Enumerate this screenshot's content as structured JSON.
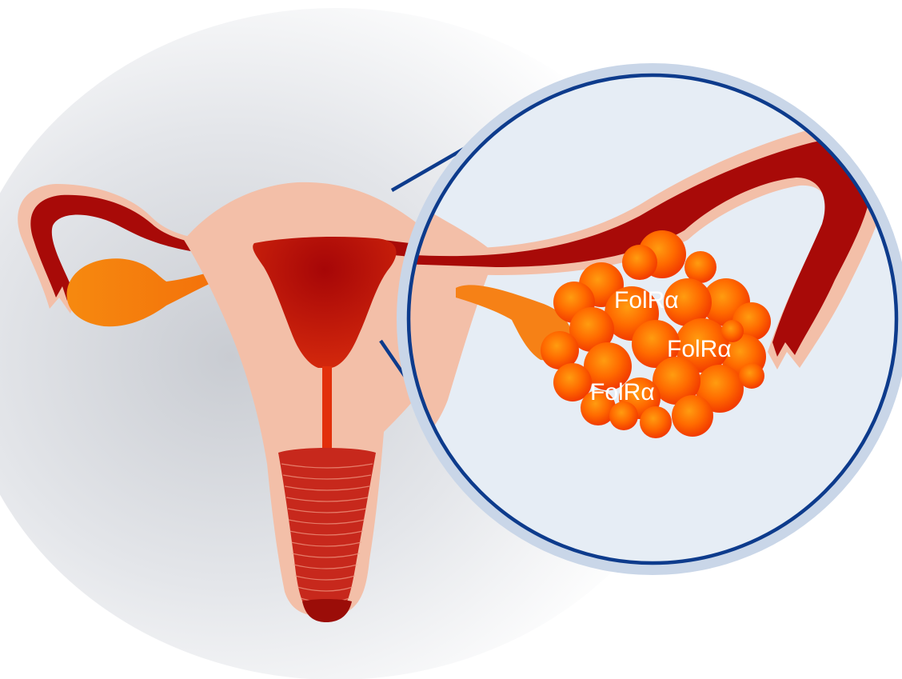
{
  "figure": {
    "subject": "uterus-with-ovarian-tumor-magnified",
    "labels": [
      "FolRα",
      "FolRα",
      "FolRα"
    ]
  },
  "colors": {
    "background_glow": "#d7dadf",
    "tissue_light": "#f3bfa8",
    "tissue_dark": "#a80a08",
    "tissue_mid": "#cf1b0c",
    "ovary": "#f68116",
    "tumor": "#ff5a00",
    "tumor_highlight": "#ff9a00",
    "magnifier_fill": "#e8eef6",
    "magnifier_ring": "#0d3b8c",
    "magnifier_halo": "#c9d6e8"
  }
}
